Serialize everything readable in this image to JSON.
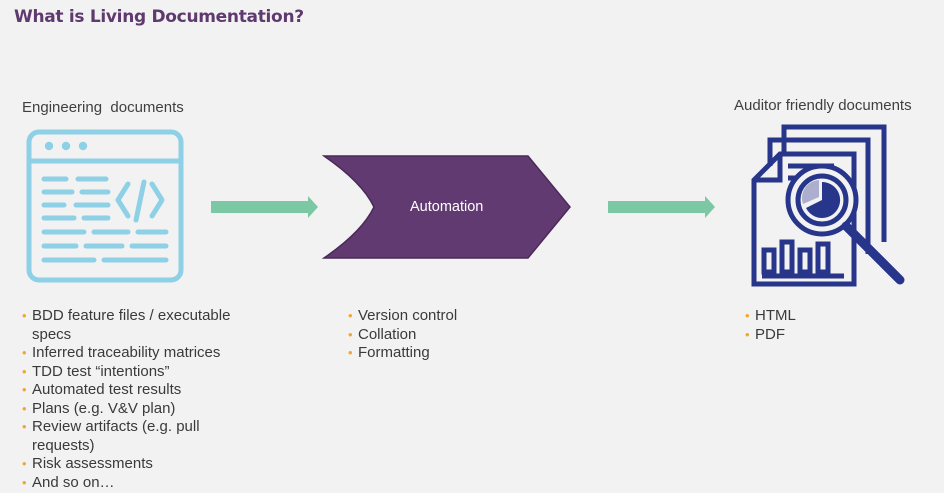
{
  "title": "What is Living Documentation?",
  "left": {
    "label": "Engineering  documents",
    "icon": "code-window-icon",
    "items": [
      "BDD feature files / executable specs",
      "Inferred traceability matrices",
      "TDD test “intentions”",
      "Automated test results",
      "Plans (e.g. V&V plan)",
      "Review artifacts (e.g. pull requests)",
      "Risk assessments",
      "And so on…"
    ]
  },
  "middle": {
    "label": "Automation",
    "items": [
      "Version control",
      "Collation",
      "Formatting"
    ]
  },
  "right": {
    "label": "Auditor friendly documents",
    "icon": "document-report-magnifier-icon",
    "items": [
      "HTML",
      "PDF"
    ]
  },
  "colors": {
    "title": "#5e3a6e",
    "code_icon": "#8ed0e6",
    "arrow": "#7cc7a4",
    "process": "#623a72",
    "doc_icon": "#27358a",
    "bullet": "#f0a830"
  }
}
